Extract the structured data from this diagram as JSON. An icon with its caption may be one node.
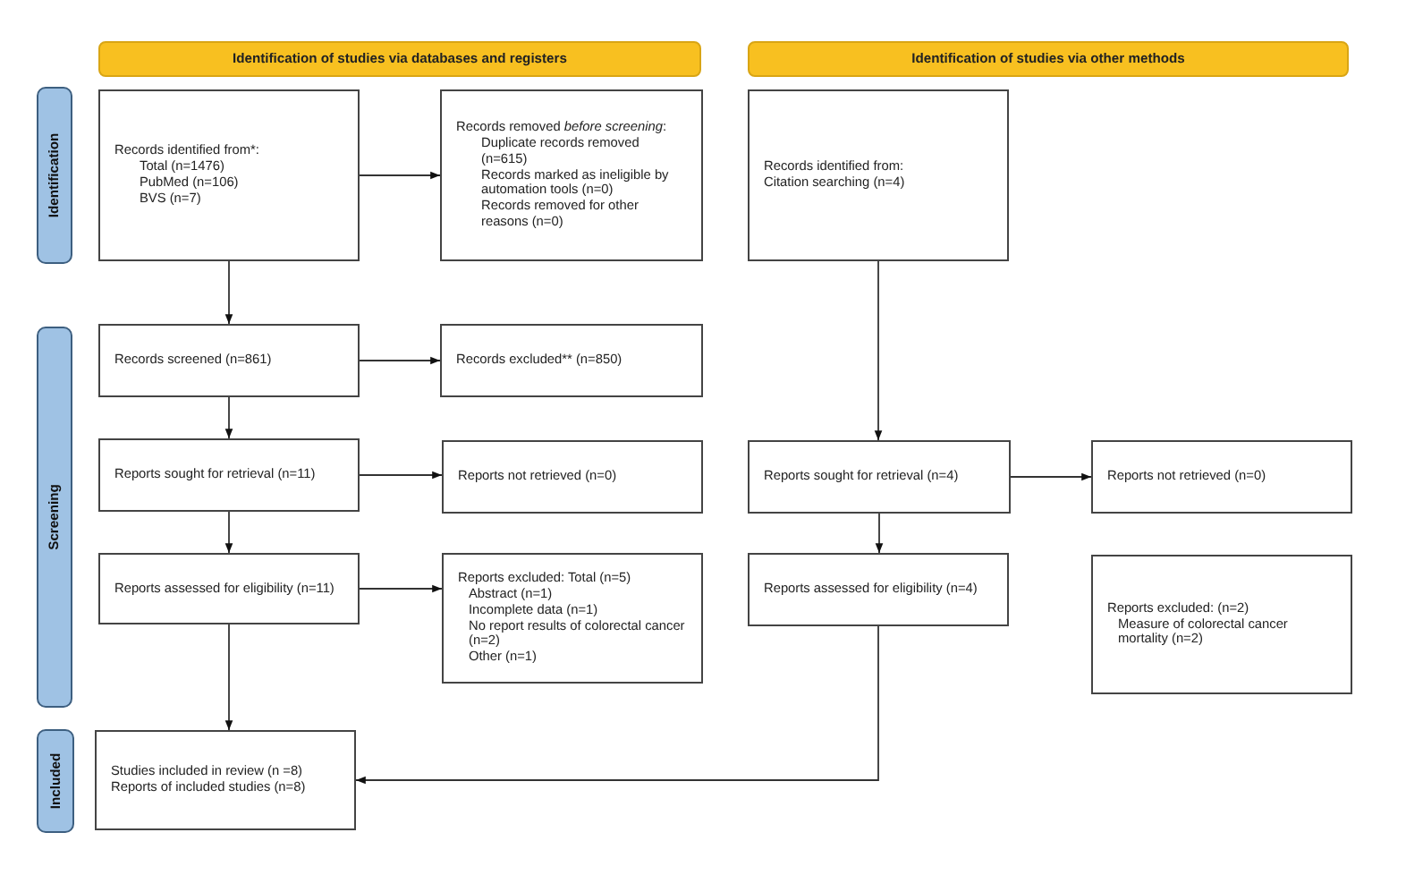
{
  "diagram": {
    "nodes": [
      {
        "text": [
          "Identification of studies via databases and registers"
        ]
      },
      {
        "text": [
          "Identification of studies via other methods"
        ]
      },
      {
        "text": [
          "Identification"
        ]
      },
      {
        "text": [
          "Screening"
        ]
      },
      {
        "text": [
          "Included"
        ]
      },
      {
        "text": [
          "Records identified from*:",
          "Total (n=1476)",
          "PubMed (n=106)",
          "BVS (n=7)"
        ]
      },
      {
        "text": [
          "Records removed *before screening*:",
          "Duplicate records removed (n=615)",
          "Records marked as ineligible by automation tools (n=0)",
          "Records removed for other reasons (n=0)"
        ]
      },
      {
        "text": [
          "Records identified from:",
          "Citation searching (n=4)"
        ]
      },
      {
        "text": [
          "Records screened (n=861)"
        ]
      },
      {
        "text": [
          "Records excluded** (n=850)"
        ]
      },
      {
        "text": [
          "Reports sought for retrieval (n=11)"
        ]
      },
      {
        "text": [
          "Reports not retrieved (n=0)"
        ]
      },
      {
        "text": [
          "Reports sought for retrieval (n=4)"
        ]
      },
      {
        "text": [
          "Reports not retrieved (n=0)"
        ]
      },
      {
        "text": [
          "Reports assessed for eligibility (n=11)"
        ]
      },
      {
        "text": [
          "Reports excluded: Total (n=5)",
          "Abstract (n=1)",
          "Incomplete data (n=1)",
          "No report results of colorectal cancer (n=2)",
          "Other (n=1)"
        ]
      },
      {
        "text": [
          "Reports assessed for eligibility (n=4)"
        ]
      },
      {
        "text": [
          "Reports excluded: (n=2)",
          "Measure of colorectal cancer mortality (n=2)"
        ]
      },
      {
        "text": [
          "Studies included in review (n =8)",
          "Reports of included studies (n=8)"
        ]
      }
    ],
    "edges": [
      {
        "from": 5,
        "to": 6,
        "arrow": "to"
      },
      {
        "from": 5,
        "to": 8,
        "arrow": "to"
      },
      {
        "from": 8,
        "to": 9,
        "arrow": "to"
      },
      {
        "from": 8,
        "to": 10,
        "arrow": "to"
      },
      {
        "from": 10,
        "to": 11,
        "arrow": "to"
      },
      {
        "from": 10,
        "to": 14,
        "arrow": "to"
      },
      {
        "from": 14,
        "to": 15,
        "arrow": "to"
      },
      {
        "from": 14,
        "to": 18,
        "arrow": "to"
      },
      {
        "from": 7,
        "to": 12,
        "arrow": "to"
      },
      {
        "from": 12,
        "to": 13,
        "arrow": "to"
      },
      {
        "from": 12,
        "to": 16,
        "arrow": "to"
      },
      {
        "from": 16,
        "to": 18,
        "arrow": "to"
      }
    ]
  }
}
